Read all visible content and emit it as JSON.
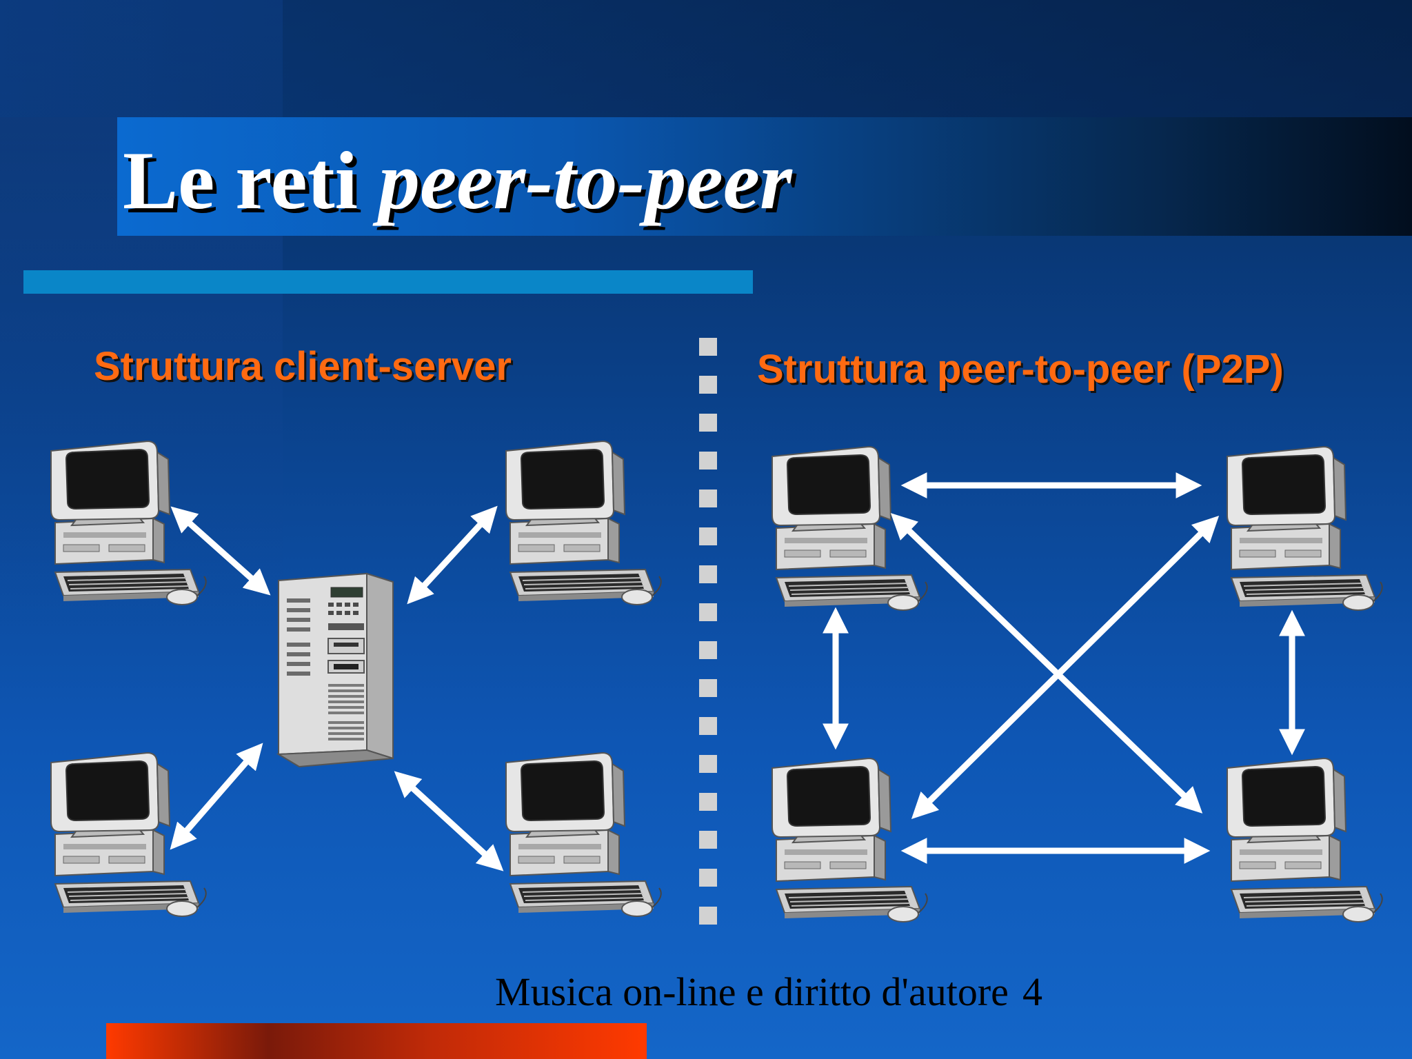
{
  "slide": {
    "title_plain": "Le reti ",
    "title_italic": "peer-to-peer",
    "footer_text": "Musica on-line e diritto d'autore",
    "page_number": "4"
  },
  "diagrams": {
    "client_server": {
      "label": "Struttura client-server"
    },
    "p2p": {
      "label": "Struttura peer-to-peer (P2P)"
    }
  },
  "colors": {
    "subtitle": "#ff6a12",
    "accent_bar": "#0a86c8",
    "arrows": "#ffffff"
  }
}
